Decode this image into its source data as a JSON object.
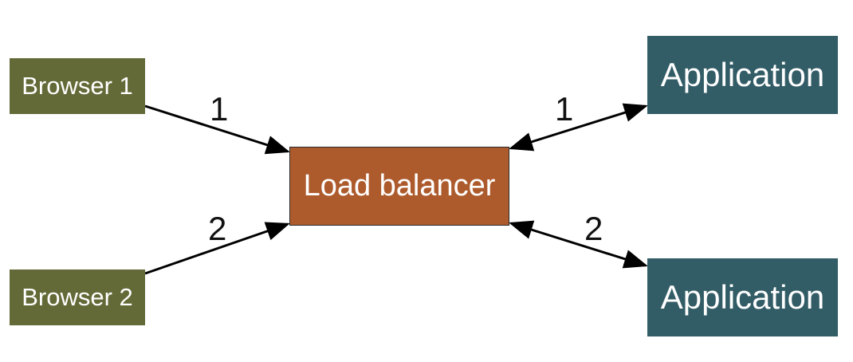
{
  "nodes": {
    "browser_1": "Browser 1",
    "browser_2": "Browser 2",
    "load_balancer": "Load balancer",
    "application_1": "Application",
    "application_2": "Application"
  },
  "edges": {
    "browser_1_to_lb": "1",
    "browser_2_to_lb": "2",
    "lb_app_1": "1",
    "lb_app_2": "2"
  },
  "colors": {
    "browser": "#636a37",
    "load_balancer": "#ad5b2d",
    "application": "#325c66",
    "arrow": "#000000"
  }
}
